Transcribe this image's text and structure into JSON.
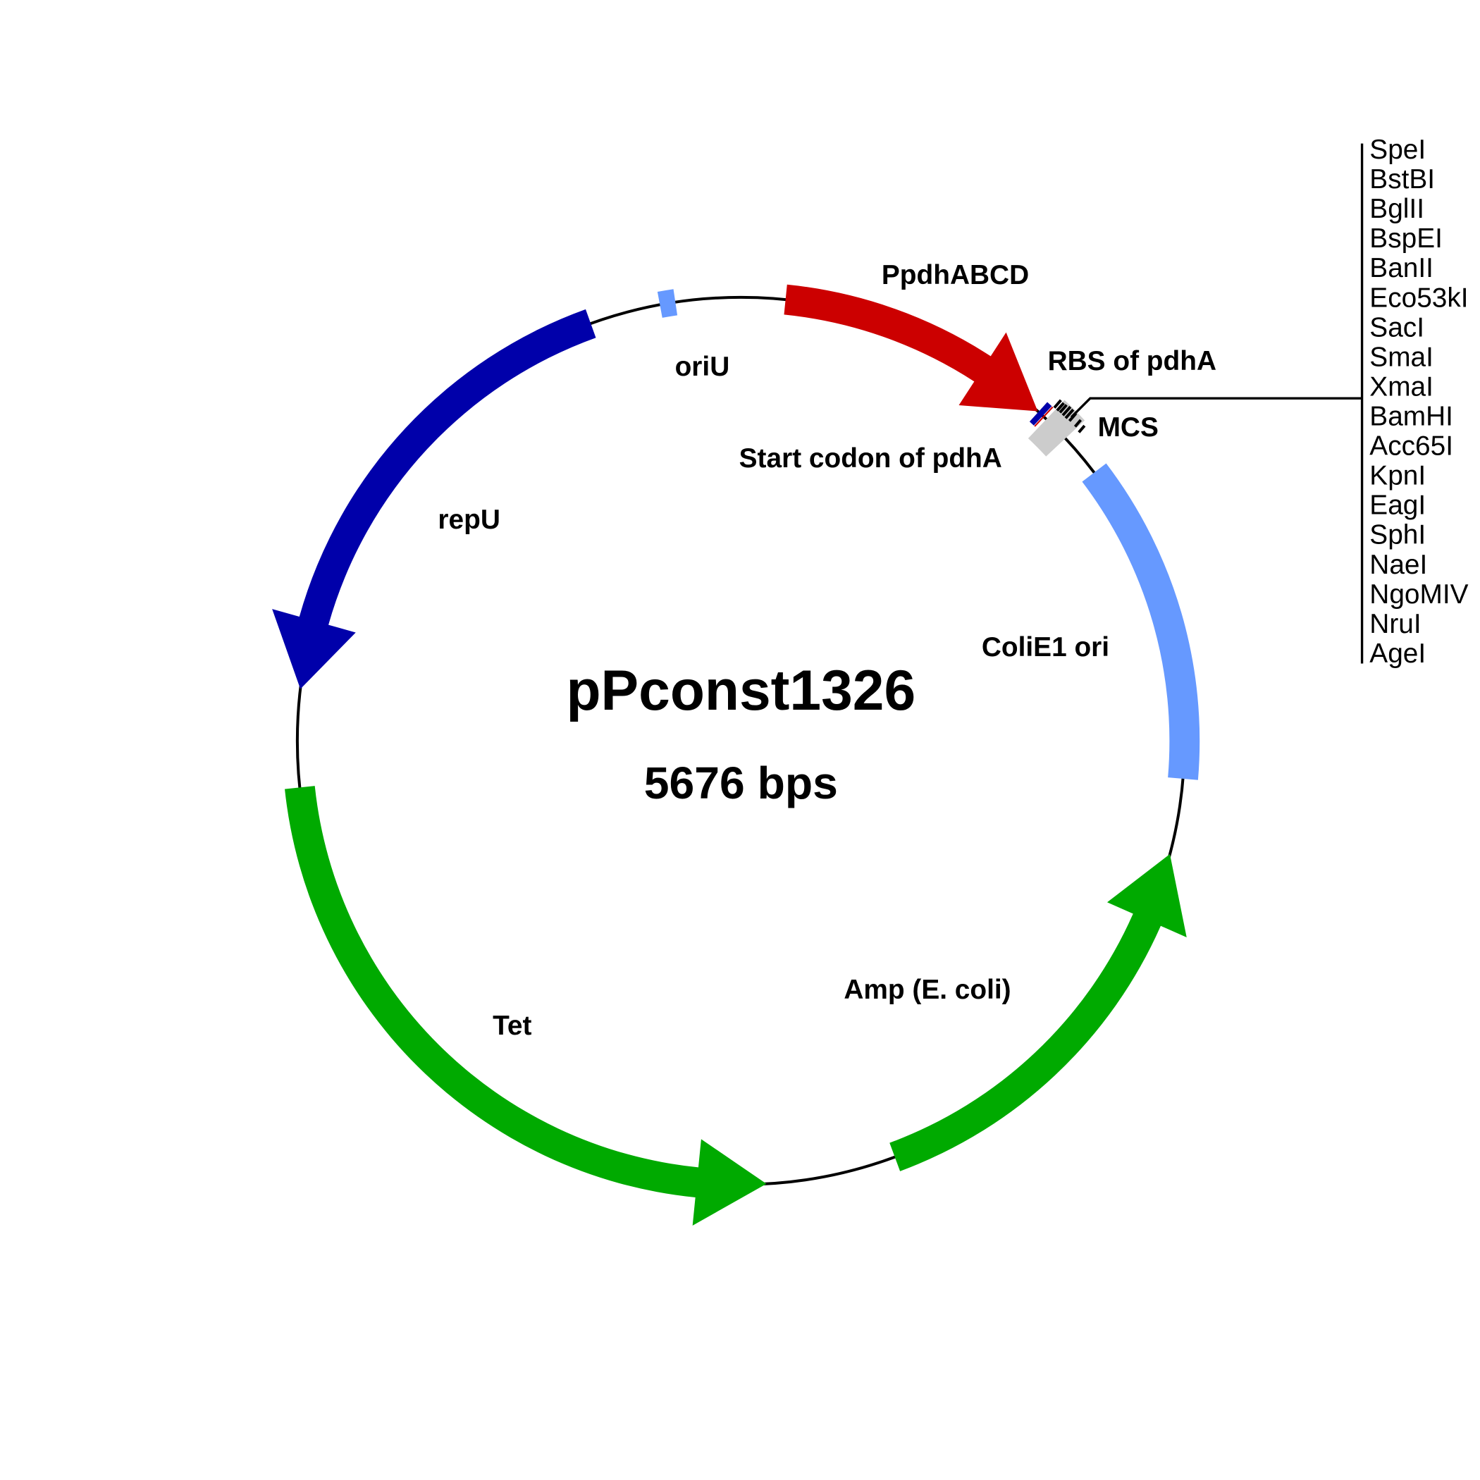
{
  "plasmid": {
    "name": "pPconst1326",
    "size_label": "5676 bps",
    "length_bp": 5676
  },
  "features": [
    {
      "name": "PpdhABCD",
      "start": 91,
      "end": 662,
      "direction": "forward",
      "color": "#cc0000"
    },
    {
      "name": "repU",
      "start": 4363,
      "end": 5364,
      "direction": "reverse",
      "color": "#0000aa"
    },
    {
      "name": "oriU",
      "start": 5510,
      "end": 5542,
      "direction": "none",
      "color": "#6699ff"
    },
    {
      "name": "ColiE1 ori",
      "start": 832,
      "end": 1496,
      "direction": "none",
      "color": "#6699ff"
    },
    {
      "name": "Amp (E. coli)",
      "start": 1652,
      "end": 2518,
      "direction": "reverse",
      "color": "#00aa00"
    },
    {
      "name": "Tet",
      "start": 2786,
      "end": 4162,
      "direction": "reverse",
      "color": "#00aa00"
    },
    {
      "name": "MCS",
      "start": 686,
      "end": 741,
      "direction": "none",
      "color": "#cccccc"
    },
    {
      "name": "RBS of pdhA",
      "start": 664,
      "end": 676,
      "direction": "none",
      "color": "#0000aa"
    },
    {
      "name": "Start codon of pdhA",
      "start": 677,
      "end": 680,
      "direction": "none",
      "color": "#cc0000"
    }
  ],
  "labels": {
    "ppdh": "PpdhABCD",
    "rbs": "RBS of pdhA",
    "mcs": "MCS",
    "start_codon": "Start codon of pdhA",
    "oriu": "oriU",
    "repu": "repU",
    "colie1": "ColiE1 ori",
    "amp": "Amp (E. coli)",
    "tet": "Tet"
  },
  "enzymes": [
    "SpeI",
    "BstBI",
    "BglII",
    "BspEI",
    "BanII",
    "Eco53kI",
    "SacI",
    "SmaI",
    "XmaI",
    "BamHI",
    "Acc65I",
    "KpnI",
    "EagI",
    "SphI",
    "NaeI",
    "NgoMIV",
    "NruI",
    "AgeI"
  ]
}
